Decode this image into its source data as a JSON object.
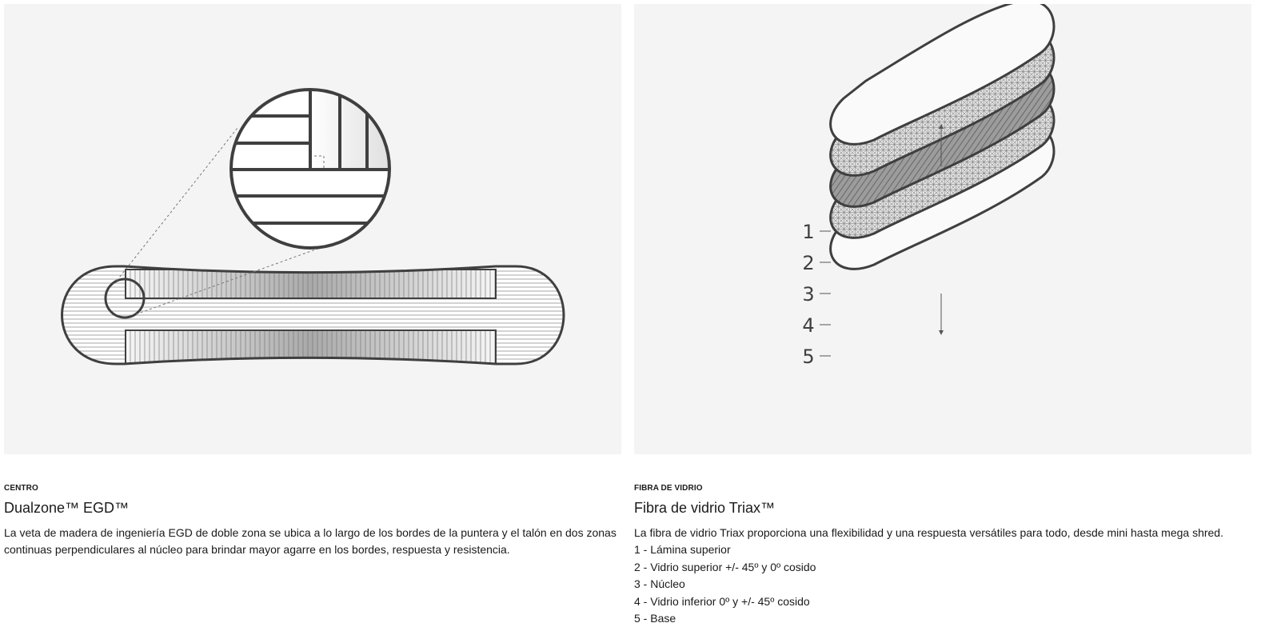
{
  "left": {
    "eyebrow": "CENTRO",
    "title": "Dualzone™ EGD™",
    "description": "La veta de madera de ingeniería EGD de doble zona se ubica a lo largo de los bordes de la puntera y el talón en dos zonas continuas perpendiculares al núcleo para brindar mayor agarre en los bordes, respuesta y resistencia.",
    "figure_icon": "snowboard-wood-core-diagram"
  },
  "right": {
    "eyebrow": "FIBRA DE VIDRIO",
    "title": "Fibra de vidrio Triax™",
    "description": "La fibra de vidrio Triax proporciona una flexibilidad y una respuesta versátiles para todo, desde mini hasta mega shred.",
    "figure_icon": "fiberglass-layers-diagram",
    "diagram_numbers": [
      "1",
      "2",
      "3",
      "4",
      "5"
    ],
    "layers": [
      "1 - Lámina superior",
      "2 - Vidrio superior +/- 45º y 0º cosido",
      "3 - Núcleo",
      "4 - Vidrio inferior 0º y +/- 45º cosido",
      "5 - Base"
    ]
  },
  "colors": {
    "figure_background": "#f4f4f4",
    "outline": "#3f3f3f",
    "text": "#1a1a1a"
  }
}
